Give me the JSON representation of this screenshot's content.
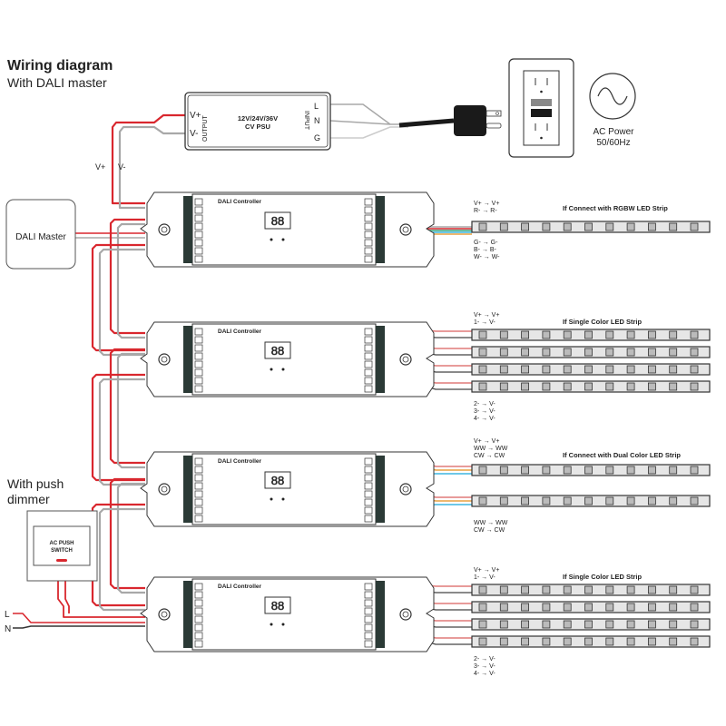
{
  "title": "Wiring diagram",
  "subtitle": "With DALI master",
  "psu": {
    "label_line1": "12V/24V/36V",
    "label_line2": "CV PSU",
    "output_label": "OUTPUT",
    "input_label": "INPUT",
    "vplus": "V+",
    "vminus": "V-",
    "l": "L",
    "n": "N",
    "g": "G"
  },
  "ac_power": {
    "line1": "AC Power",
    "line2": "50/60Hz"
  },
  "bus_labels": {
    "vplus": "V+",
    "vminus": "V-"
  },
  "dali_master": "DALI Master",
  "push_dimmer": {
    "title_line1": "With push",
    "title_line2": "dimmer",
    "switch_line1": "AC PUSH",
    "switch_line2": "SWITCH",
    "l": "L",
    "n": "N"
  },
  "controller_label": "DALI Controller",
  "display_text": "88",
  "colors": {
    "red": "#d9272e",
    "grey": "#a8a8a8",
    "green": "#3fa37a",
    "blue": "#3db5e0",
    "orange": "#e8a040",
    "pink": "#e07a78",
    "strip": "#e6e6e6",
    "terminal": "#2b3a36"
  },
  "sections": [
    {
      "title": "If Connect with RGBW LED Strip",
      "top_mappings": [
        "V+ → V+",
        "R- → R-"
      ],
      "bottom_mappings": [
        "G- → G-",
        "B- → B-",
        "W- → W-"
      ]
    },
    {
      "title": "If Single Color LED Strip",
      "top_mappings": [
        "V+ → V+",
        "1- → V-"
      ],
      "bottom_mappings": [
        "2- → V-",
        "3- → V-",
        "4- → V-"
      ]
    },
    {
      "title": "If Connect with Dual Color LED Strip",
      "top_mappings": [
        "V+ → V+",
        "WW → WW",
        "CW → CW"
      ],
      "bottom_mappings": [
        "WW → WW",
        "CW → CW"
      ]
    },
    {
      "title": "If Single Color LED Strip",
      "top_mappings": [
        "V+ → V+",
        "1- → V-"
      ],
      "bottom_mappings": [
        "2- → V-",
        "3- → V-",
        "4- → V-"
      ]
    }
  ]
}
